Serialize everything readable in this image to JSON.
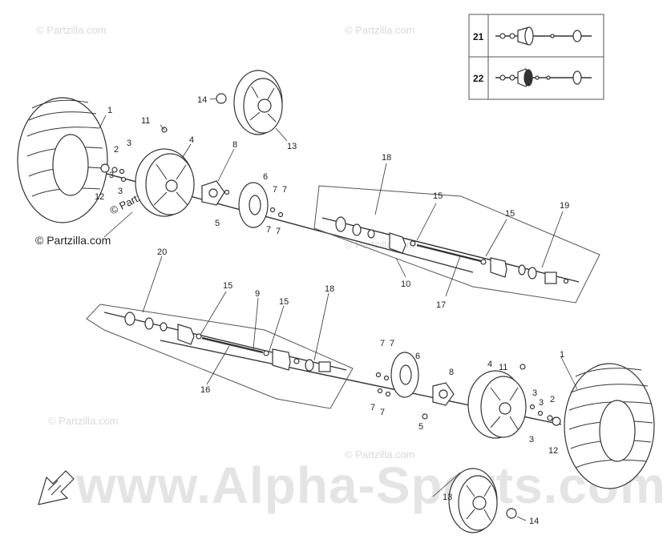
{
  "watermarks": {
    "partzilla_small": "© Partzilla.com",
    "alpha_sports": "www.Alpha-Sports.com"
  },
  "credits": {
    "copyright_left": "© Partzilla.com"
  },
  "inset": {
    "rows": [
      {
        "label": "21"
      },
      {
        "label": "22"
      }
    ]
  },
  "callouts": {
    "c1a": "1",
    "c1b": "1",
    "c2a": "2",
    "c2b": "2",
    "c3a": "3",
    "c3b": "3",
    "c3c": "3",
    "c3d": "3",
    "c3e": "3",
    "c3f": "3",
    "c4a": "4",
    "c4b": "4",
    "c5a": "5",
    "c5b": "5",
    "c6a": "6",
    "c6b": "6",
    "c7a": "7",
    "c7b": "7",
    "c7c": "7",
    "c7d": "7",
    "c7e": "7",
    "c7f": "7",
    "c7g": "7",
    "c7h": "7",
    "c8a": "8",
    "c8b": "8",
    "c9": "9",
    "c10": "10",
    "c11a": "11",
    "c11b": "11",
    "c12a": "12",
    "c12b": "12",
    "c13a": "13",
    "c13b": "13",
    "c14a": "14",
    "c14b": "14",
    "c15a": "15",
    "c15b": "15",
    "c15c": "15",
    "c15d": "15",
    "c16": "16",
    "c17": "17",
    "c18a": "18",
    "c18b": "18",
    "c19": "19",
    "c20": "20"
  },
  "colors": {
    "line": "#333333",
    "watermark": "#e4e4e4",
    "background": "#ffffff"
  },
  "icons": {
    "direction_arrow": "front-arrow-icon"
  }
}
